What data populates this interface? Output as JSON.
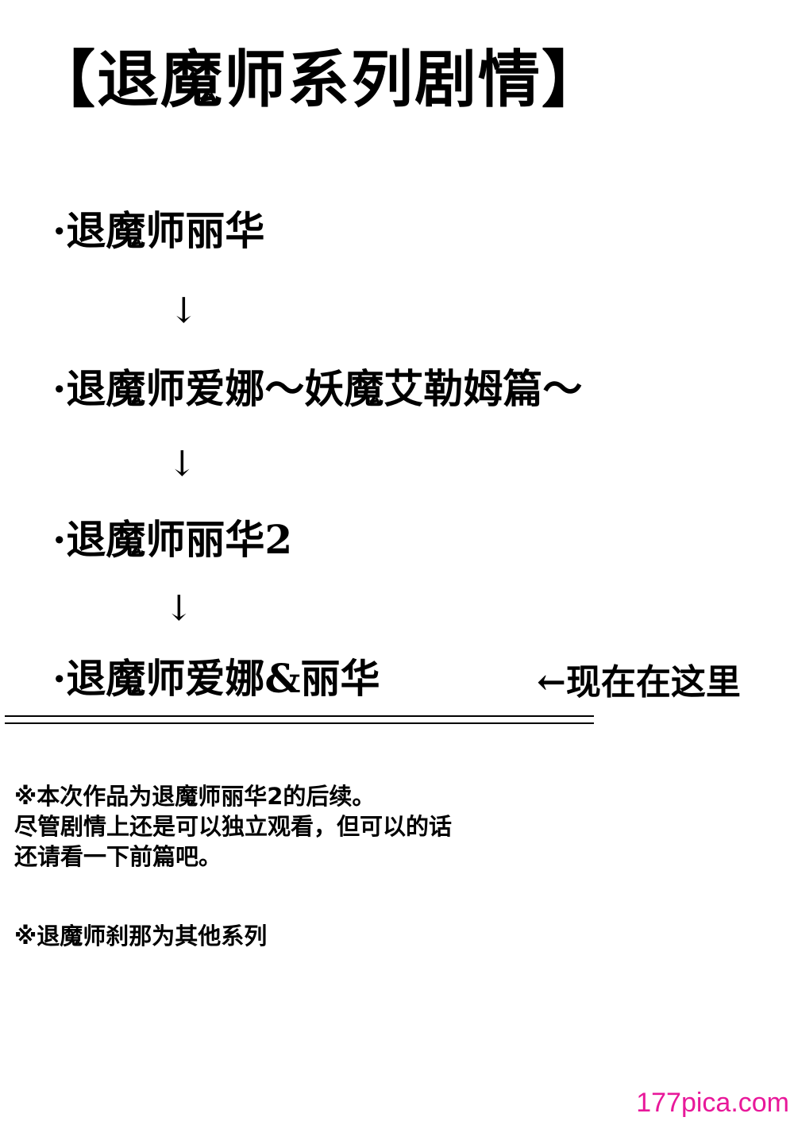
{
  "title": "【退魔师系列剧情】",
  "series": [
    {
      "label": "·退魔师丽华"
    },
    {
      "label": "·退魔师爱娜～妖魔艾勒姆篇～"
    },
    {
      "label": "·退魔师丽华2"
    },
    {
      "label": "·退魔师爱娜&丽华"
    }
  ],
  "flow_arrow": "↓",
  "current_marker": "←现在在这里",
  "notes": {
    "note1": {
      "line1": "※本次作品为退魔师丽华2的后续。",
      "line2": "尽管剧情上还是可以独立观看，但可以的话",
      "line3": "还请看一下前篇吧。"
    },
    "note2": "※退魔师刹那为其他系列"
  },
  "watermark": {
    "text": "177pica.com",
    "color": "#e8189a"
  }
}
